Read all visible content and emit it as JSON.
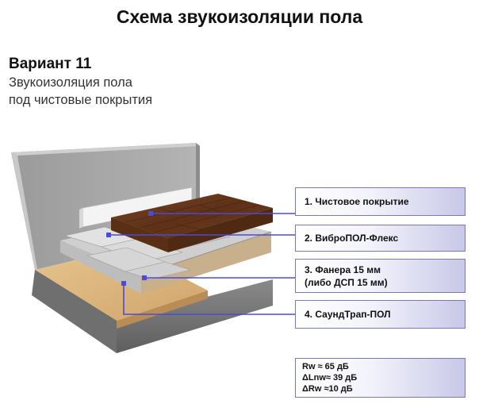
{
  "header": {
    "title": "Схема звукоизоляции пола",
    "variant": "Вариант 11",
    "subtitle_line1": "Звукоизоляция пола",
    "subtitle_line2": "под чистовые покрытия"
  },
  "layers": [
    {
      "label": "1. Чистовое покрытие"
    },
    {
      "label": "2. ВиброПОЛ-Флекс"
    },
    {
      "label_line1": "3. Фанера 15 мм",
      "label_line2": "(либо ДСП 15 мм)"
    },
    {
      "label": "4. СаундТрап-ПОЛ"
    }
  ],
  "metrics": [
    "Rw  ≈ 65 дБ",
    "ΔLnw≈ 39 дБ",
    "ΔRw  ≈10 дБ"
  ],
  "colors": {
    "leader_line": "#4b4bd6",
    "box_border": "#7a7ab0",
    "wall": "#a6a6a6",
    "parquet": "#6b3a1f",
    "plywood": "#dcb57c",
    "gray_layer": "#dcdcdc"
  }
}
